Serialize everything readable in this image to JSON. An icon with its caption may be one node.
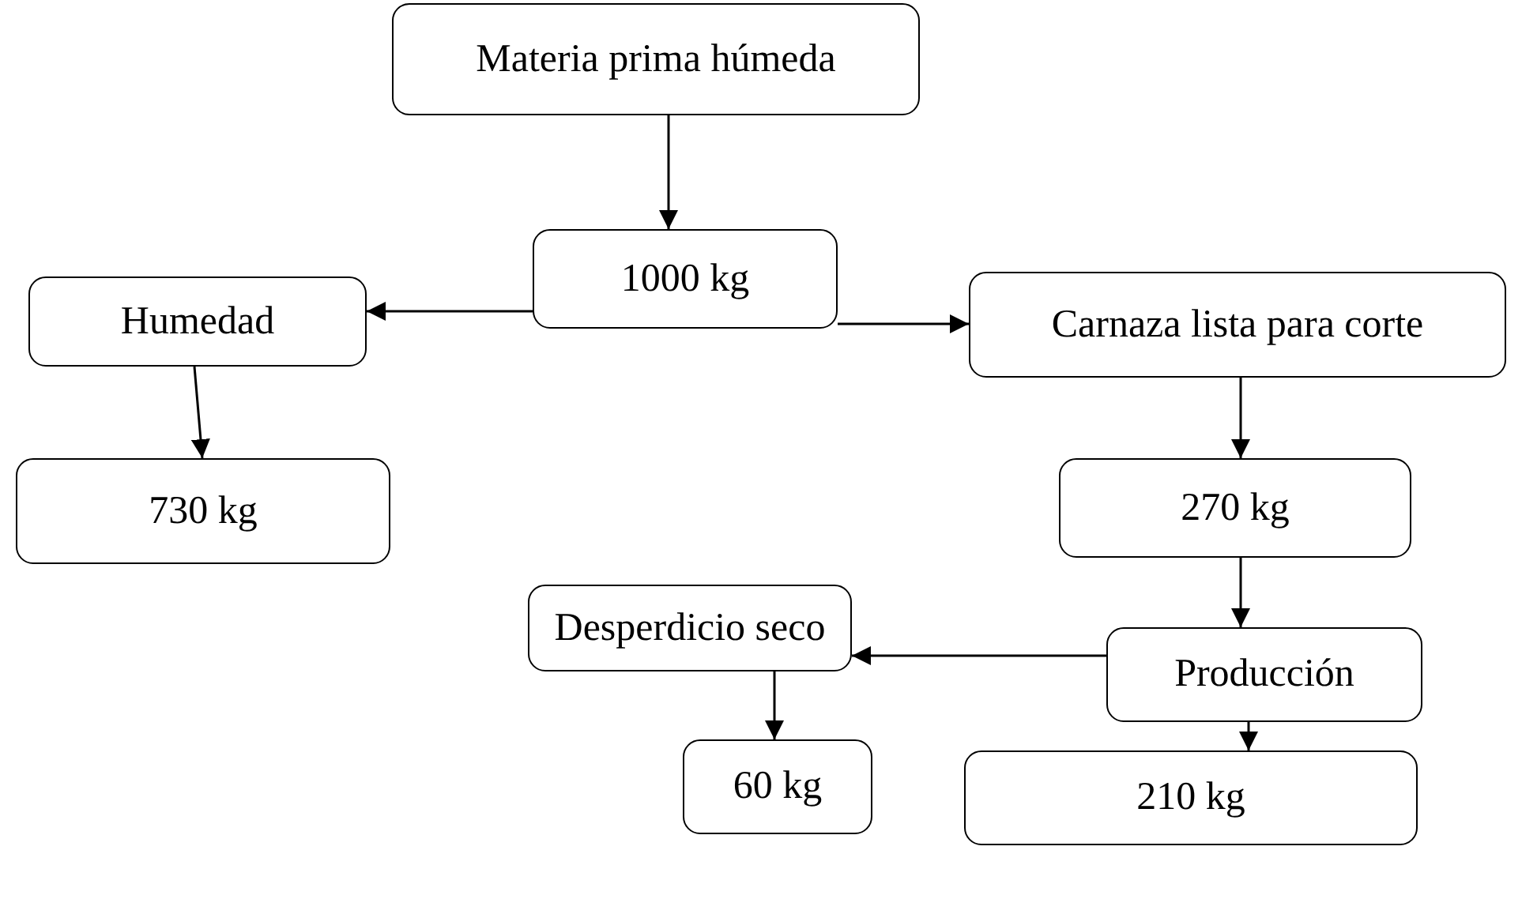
{
  "diagram": {
    "nodes": [
      {
        "text": [
          "Materia prima húmeda"
        ]
      },
      {
        "text": [
          "1000 kg"
        ]
      },
      {
        "text": [
          "Humedad"
        ]
      },
      {
        "text": [
          "Carnaza lista para corte"
        ]
      },
      {
        "text": [
          "730 kg"
        ]
      },
      {
        "text": [
          "270 kg"
        ]
      },
      {
        "text": [
          "Producción"
        ]
      },
      {
        "text": [
          "Desperdicio seco"
        ]
      },
      {
        "text": [
          "60 kg"
        ]
      },
      {
        "text": [
          "210 kg"
        ]
      }
    ],
    "edges": [
      {
        "from": 0,
        "to": 1,
        "arrow": "to"
      },
      {
        "from": 1,
        "to": 2,
        "arrow": "to"
      },
      {
        "from": 1,
        "to": 3,
        "arrow": "to"
      },
      {
        "from": 2,
        "to": 4,
        "arrow": "to"
      },
      {
        "from": 3,
        "to": 5,
        "arrow": "to"
      },
      {
        "from": 5,
        "to": 6,
        "arrow": "to"
      },
      {
        "from": 6,
        "to": 7,
        "arrow": "to"
      },
      {
        "from": 7,
        "to": 8,
        "arrow": "to"
      },
      {
        "from": 6,
        "to": 9,
        "arrow": "to"
      }
    ]
  }
}
